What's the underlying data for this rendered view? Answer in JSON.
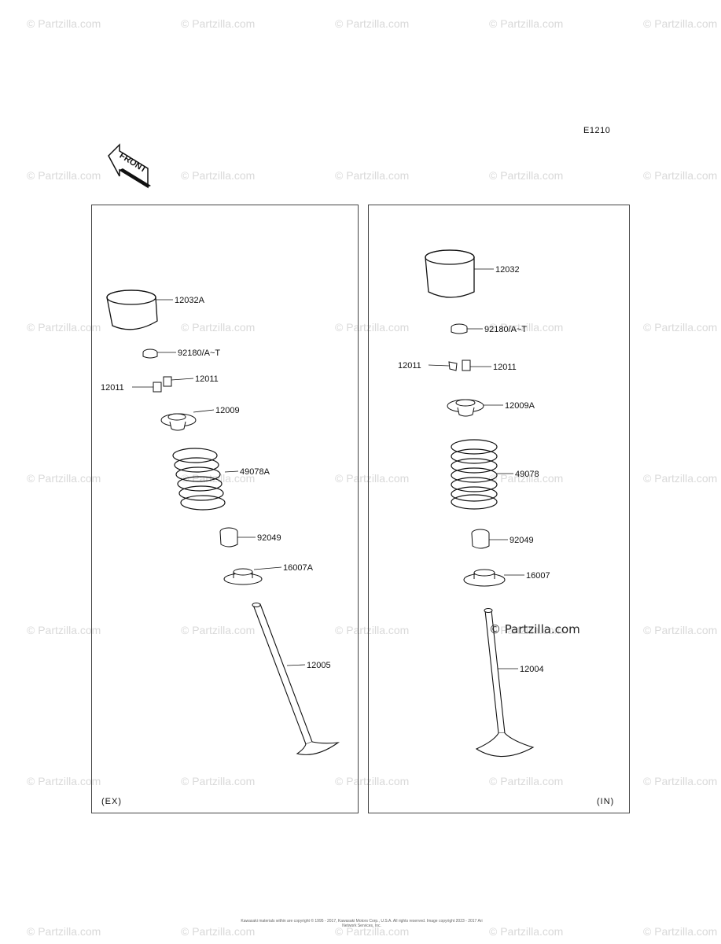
{
  "watermark": {
    "text": "© Partzilla.com"
  },
  "diagram_code": "E1210",
  "front_arrow": {
    "label": "FRONT"
  },
  "panels": {
    "exhaust": {
      "label": "(EX)",
      "parts": [
        {
          "number": "12032A"
        },
        {
          "number": "92180/A~T"
        },
        {
          "number": "12011"
        },
        {
          "number": "12011"
        },
        {
          "number": "12009"
        },
        {
          "number": "49078A"
        },
        {
          "number": "92049"
        },
        {
          "number": "16007A"
        },
        {
          "number": "12005"
        }
      ]
    },
    "intake": {
      "label": "(IN)",
      "parts": [
        {
          "number": "12032"
        },
        {
          "number": "92180/A~T"
        },
        {
          "number": "12011"
        },
        {
          "number": "12011"
        },
        {
          "number": "12009A"
        },
        {
          "number": "49078"
        },
        {
          "number": "92049"
        },
        {
          "number": "16007"
        },
        {
          "number": "12004"
        }
      ]
    }
  },
  "partzilla_mark": "© Partzilla.com",
  "copyright": "Kawasaki materials within are copyright © 1995 - 2017, Kawasaki Motors Corp., U.S.A. All rights reserved. Image copyright 2023 - 2017 Ari Network Services, Inc."
}
